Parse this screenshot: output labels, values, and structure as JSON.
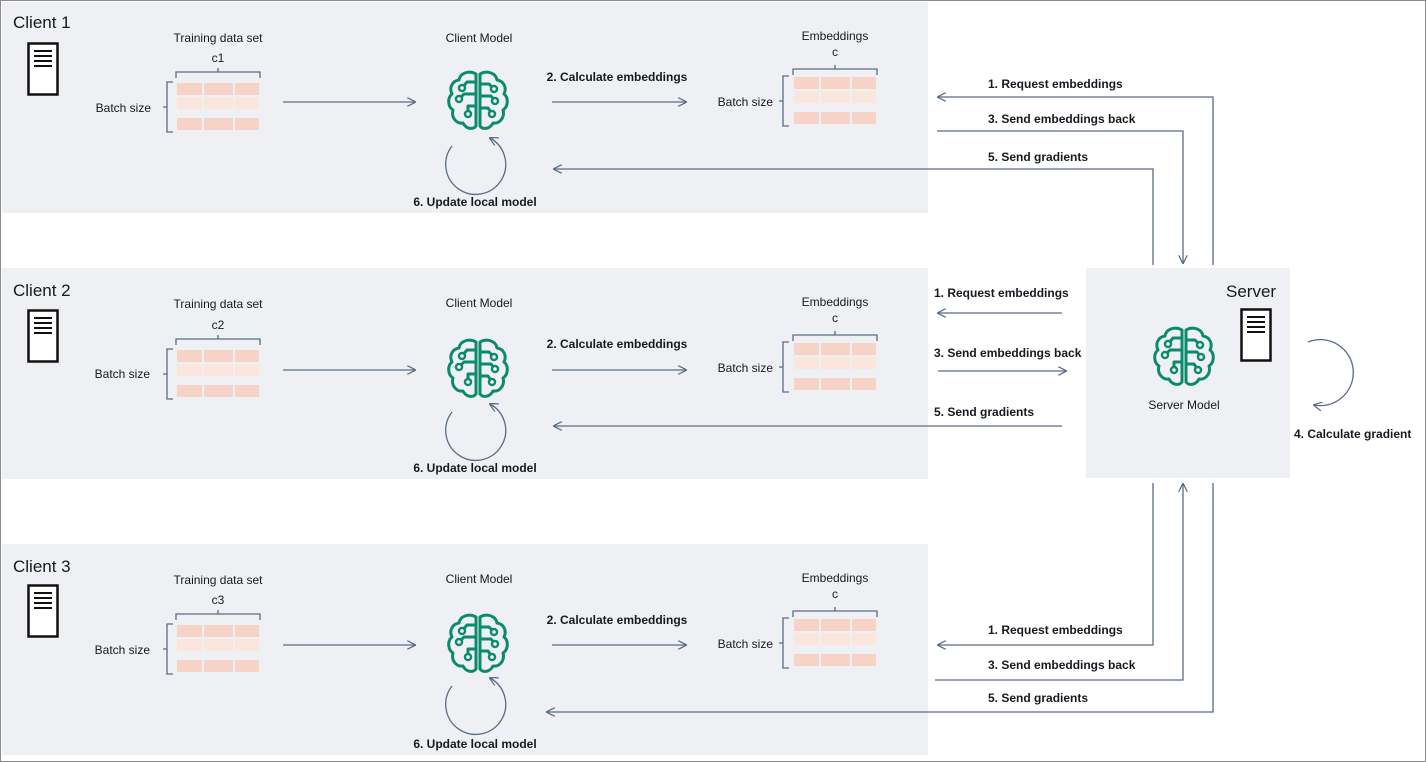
{
  "colors": {
    "panel": "#eff0f3",
    "arrow": "#5a6b86",
    "brain": "#0b8a6e",
    "cell_dark": "#f6d3c6",
    "cell_light": "#fbe6de"
  },
  "clients": [
    {
      "title": "Client 1",
      "training_label": "Training data set",
      "training_dim": "c1",
      "batch_label": "Batch size",
      "model_label": "Client Model",
      "embeddings_label": "Embeddings",
      "embeddings_dim": "c",
      "emb_batch_label": "Batch size",
      "step_calc": "2. Calculate embeddings",
      "step_update": "6. Update local model",
      "step_request": "1. Request embeddings",
      "step_send_back": "3. Send embeddings back",
      "step_gradients": "5. Send gradients"
    },
    {
      "title": "Client 2",
      "training_label": "Training data set",
      "training_dim": "c2",
      "batch_label": "Batch size",
      "model_label": "Client Model",
      "embeddings_label": "Embeddings",
      "embeddings_dim": "c",
      "emb_batch_label": "Batch size",
      "step_calc": "2. Calculate embeddings",
      "step_update": "6. Update local model",
      "step_request": "1. Request embeddings",
      "step_send_back": "3. Send embeddings back",
      "step_gradients": "5. Send gradients"
    },
    {
      "title": "Client 3",
      "training_label": "Training data set",
      "training_dim": "c3",
      "batch_label": "Batch size",
      "model_label": "Client Model",
      "embeddings_label": "Embeddings",
      "embeddings_dim": "c",
      "emb_batch_label": "Batch size",
      "step_calc": "2. Calculate embeddings",
      "step_update": "6. Update local model",
      "step_request": "1. Request embeddings",
      "step_send_back": "3. Send embeddings back",
      "step_gradients": "5. Send gradients"
    }
  ],
  "server": {
    "title": "Server",
    "model_label": "Server Model",
    "step_gradient": "4. Calculate gradient"
  },
  "icons": {
    "client": "server-rack-icon",
    "server": "server-rack-icon",
    "model": "brain-circuit-icon",
    "loop": "circular-arrow-icon"
  }
}
